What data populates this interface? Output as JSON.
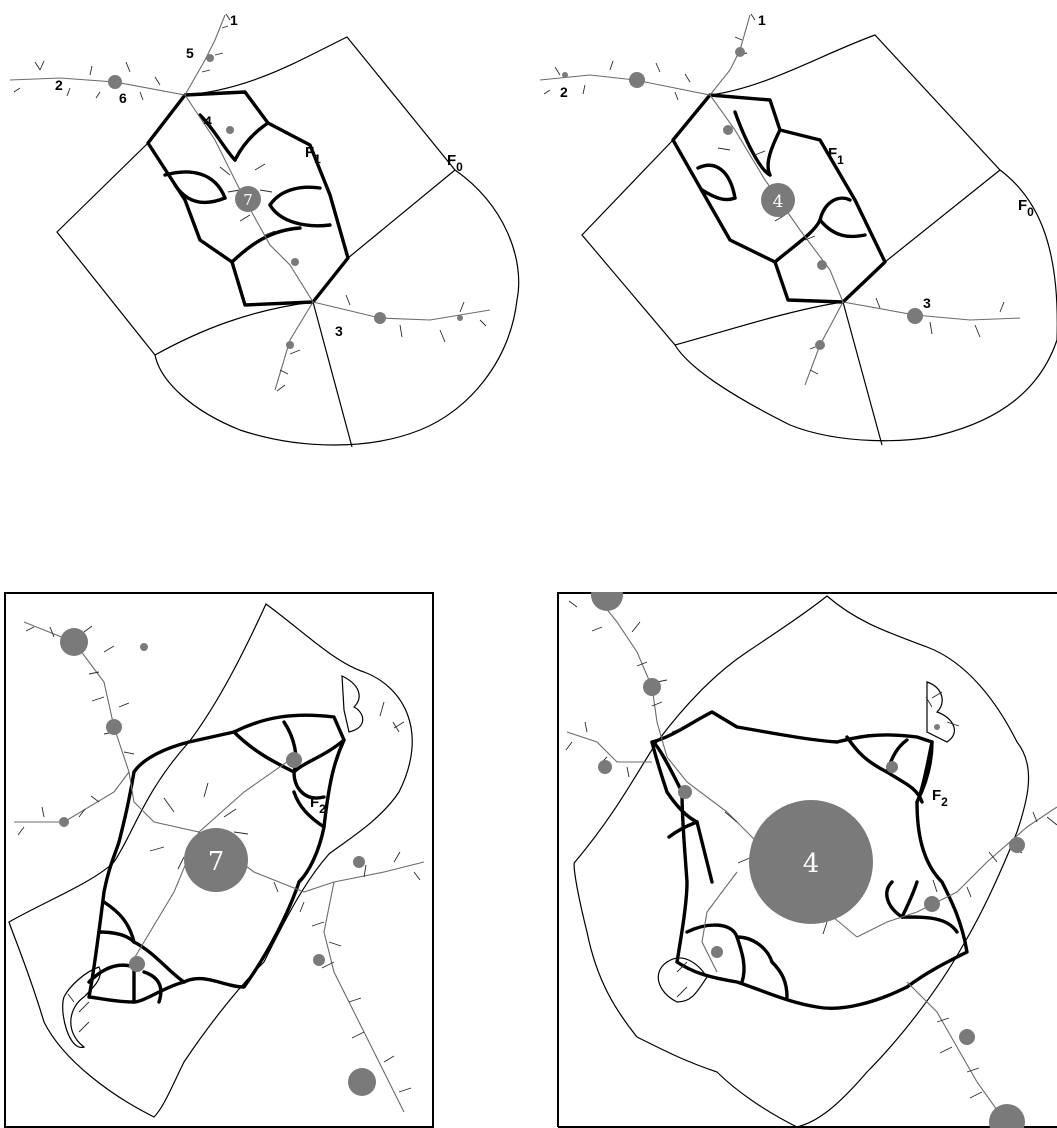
{
  "colors": {
    "background": "#ffffff",
    "line": "#000000",
    "fractal": "#7a7a7a",
    "blob_label": "#ffffff"
  },
  "panels": [
    {
      "id": "top-left",
      "boundary_labels": [
        {
          "main": "F",
          "sub": "0"
        },
        {
          "main": "F",
          "sub": "1"
        }
      ],
      "blob_label": "7",
      "markers": [
        "1",
        "2",
        "3",
        "4",
        "5",
        "6"
      ]
    },
    {
      "id": "top-right",
      "boundary_labels": [
        {
          "main": "F",
          "sub": "0"
        },
        {
          "main": "F",
          "sub": "1"
        }
      ],
      "blob_label": "4",
      "markers": [
        "1",
        "2",
        "3"
      ]
    },
    {
      "id": "bottom-left",
      "boundary_labels": [
        {
          "main": "F",
          "sub": "2"
        }
      ],
      "blob_label": "7"
    },
    {
      "id": "bottom-right",
      "boundary_labels": [
        {
          "main": "F",
          "sub": "2"
        }
      ],
      "blob_label": "4"
    }
  ]
}
